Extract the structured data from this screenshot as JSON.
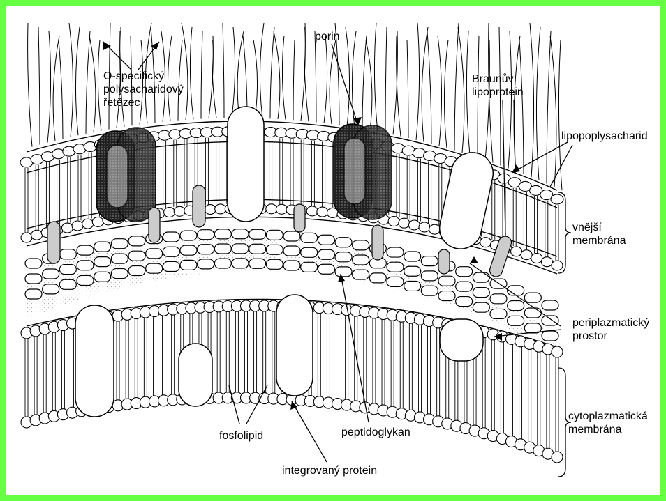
{
  "colors": {
    "border": "#66ff44",
    "ink": "#000000"
  },
  "labels": {
    "o_chain": "O-specifický\npolysacharidový\nřetězec",
    "porin": "porin",
    "braun": "Braunův\nlipoprotein",
    "lps": "lipopoplysacharid",
    "outer_membrane": "vnější\nmembrána",
    "periplasm": "periplazmatický\nprostor",
    "cytoplasmic_membrane": "cytoplazmatická\nmembrána",
    "phospholipid": "fosfolipid",
    "peptidoglycan": "peptidoglykan",
    "integral_protein": "integrovaný protein"
  }
}
